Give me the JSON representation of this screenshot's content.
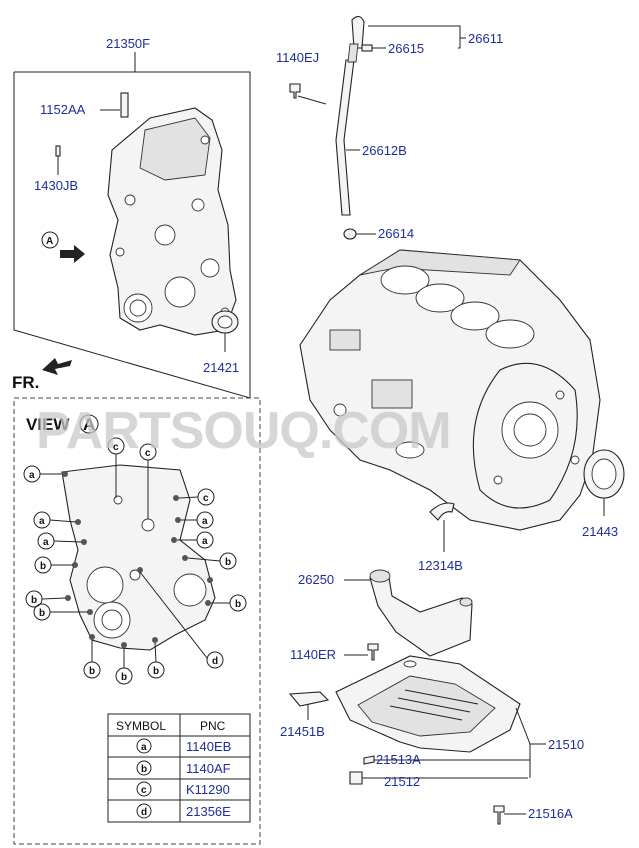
{
  "labels": {
    "p21350F": "21350F",
    "p1152AA": "1152AA",
    "p1430JB": "1430JB",
    "p21421": "21421",
    "p1140EJ": "1140EJ",
    "p26611": "26611",
    "p26615": "26615",
    "p26612B": "26612B",
    "p26614": "26614",
    "p21443": "21443",
    "p12314B": "12314B",
    "p26250": "26250",
    "p1140ER": "1140ER",
    "p21451B": "21451B",
    "p21510": "21510",
    "p21513A": "21513A",
    "p21512": "21512",
    "p21516A": "21516A"
  },
  "view": {
    "title": "VIEW",
    "letter": "A",
    "fr": "FR.",
    "arrow_letter": "A"
  },
  "symbols": {
    "a": "a",
    "b": "b",
    "c": "c",
    "d": "d"
  },
  "legend": {
    "header_symbol": "SYMBOL",
    "header_pnc": "PNC",
    "rows": [
      {
        "symbol": "a",
        "pnc": "1140EB"
      },
      {
        "symbol": "b",
        "pnc": "1140AF"
      },
      {
        "symbol": "c",
        "pnc": "K11290"
      },
      {
        "symbol": "d",
        "pnc": "21356E"
      }
    ]
  },
  "watermark": "PARTSOUQ.COM",
  "colors": {
    "part_number": "#1e2ea0",
    "line": "#222222",
    "watermark": "#c9c9c9"
  }
}
